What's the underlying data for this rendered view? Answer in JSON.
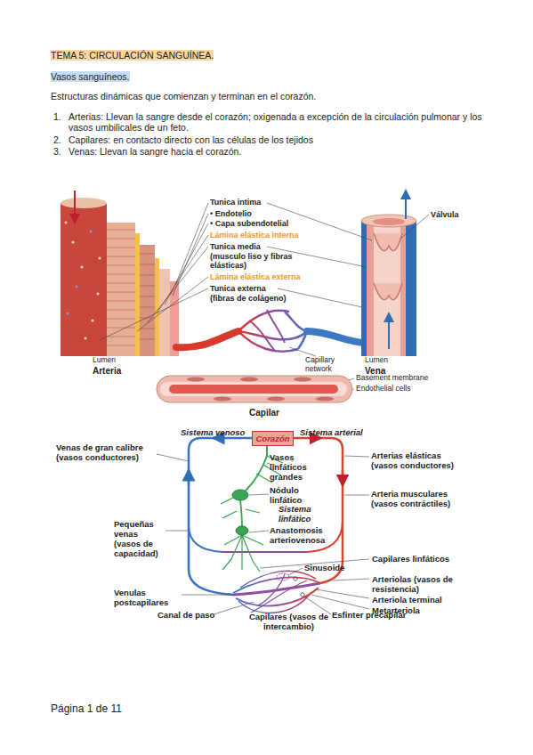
{
  "diagram": {
    "title": "TEMA 5: CIRCULACIÓN SANGUÍNEA.",
    "nodes": [
      {
        "text": [
          "Corazón"
        ]
      }
    ],
    "labels": [
      "Vasos sanguíneos.",
      "Estructuras dinámicas que comienzan y terminan en el corazón.",
      "1.",
      "Arterias: Llevan la sangre desde el corazón; oxigenada a excepción de la circulación pulmonar y los vasos umbilicales de un feto.",
      "2.",
      "Capilares: en contacto directo con las células de los tejidos",
      "3.",
      "Venas: Llevan la sangre hacia el corazón.",
      "Tunica intima",
      "• Endotelio",
      "• Capa subendotelial",
      "Lámina elástica interna",
      "Tunica media",
      "(musculo liso y fibras elásticas)",
      "Lámina elástica externa",
      "Tunica externa",
      "(fibras de colágeno)",
      "Válvula",
      "Lumen",
      "Arteria",
      "Capillary network",
      "Lumen",
      "Vena",
      "Basement membrane",
      "Endothelial cells",
      "Capilar",
      "Sistema venoso",
      "Sistema arterial",
      "Venas de gran calibre (vasos conductores)",
      "Vasos linfáticos grandes",
      "Arterias elásticas (vasos conductores)",
      "Nódulo linfático",
      "Arteria musculares (vasos contráctiles)",
      "Sistema linfático",
      "Pequeñas venas (vasos de capacidad)",
      "Anastomosis arteriovenosa",
      "Capilares linfáticos",
      "Sinusoide",
      "Arteriolas (vasos de resistencia)",
      "Venulas postcapilares",
      "Arteriola terminal",
      "Metarteriola",
      "Canal de paso",
      "Capilares (vasos de intercambio)",
      "Esfinter precapilar",
      "Página 1 de 11"
    ]
  }
}
